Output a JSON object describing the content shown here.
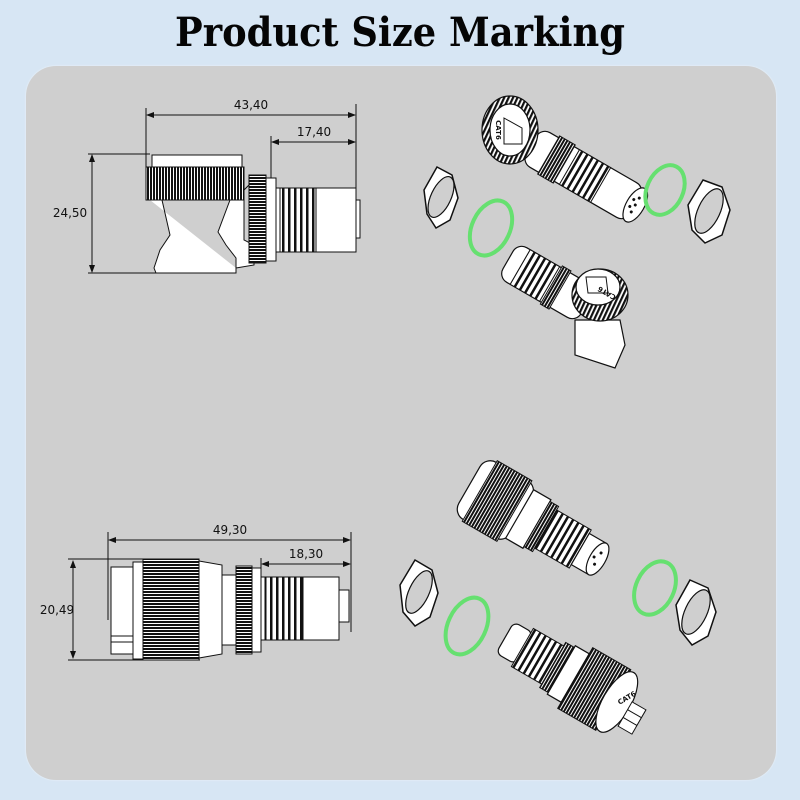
{
  "title": "Product Size Marking",
  "colors": {
    "background": "#d7e6f4",
    "panel": "#cfcfcf",
    "line": "#111111",
    "o_ring": "#66e070"
  },
  "drawings": [
    {
      "name": "right-angle-connector",
      "dimensions": {
        "overall_length": "43,40",
        "thread_length": "17,40",
        "height": "24,50"
      },
      "label": "CAT6"
    },
    {
      "name": "straight-connector",
      "dimensions": {
        "overall_length": "49,30",
        "thread_length": "18,30",
        "height": "20,49"
      },
      "label": "CAT6"
    }
  ]
}
